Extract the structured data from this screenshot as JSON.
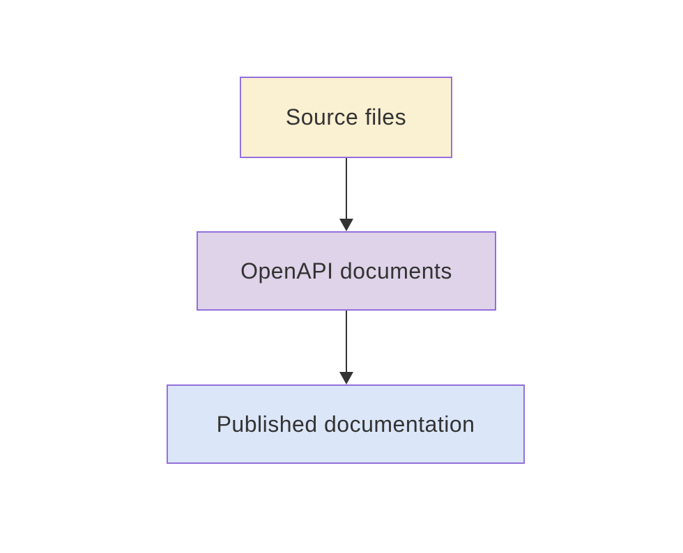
{
  "diagram": {
    "type": "flowchart",
    "direction": "top-down",
    "background": "#ffffff",
    "node_border_color": "#9370db",
    "edge_color": "#333333",
    "text_color": "#333333",
    "nodes": [
      {
        "label": "Source files",
        "fill": "#faf0d2"
      },
      {
        "label": "OpenAPI documents",
        "fill": "#ded3e9"
      },
      {
        "label": "Published documentation",
        "fill": "#dbe6f8"
      }
    ],
    "edges": [
      {
        "from": "Source files",
        "to": "OpenAPI documents"
      },
      {
        "from": "OpenAPI documents",
        "to": "Published documentation"
      }
    ]
  }
}
